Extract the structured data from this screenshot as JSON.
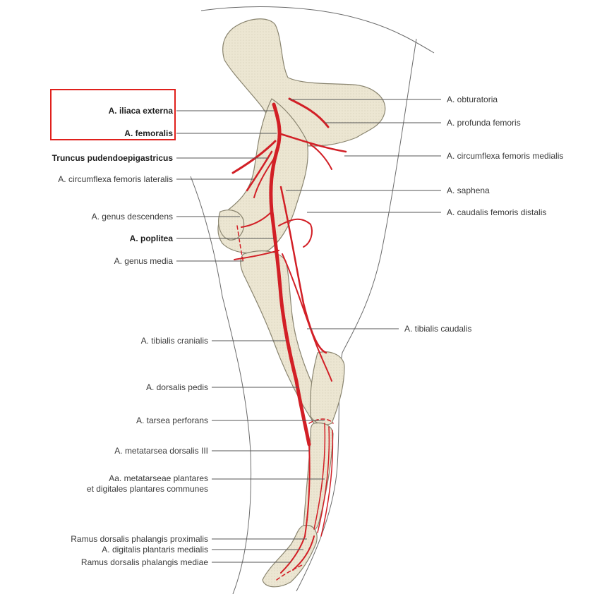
{
  "labels_left": [
    {
      "key": "iliaca_externa",
      "text": "A. iliaca externa",
      "bold": true
    },
    {
      "key": "femoralis",
      "text": "A. femoralis",
      "bold": true
    },
    {
      "key": "truncus",
      "text": "Truncus pudendoepigastricus",
      "bold": true
    },
    {
      "key": "circumflexa_lat",
      "text": "A. circumflexa femoris lateralis",
      "bold": false
    },
    {
      "key": "genus_desc",
      "text": "A. genus descendens",
      "bold": false
    },
    {
      "key": "poplitea",
      "text": "A. poplitea",
      "bold": true
    },
    {
      "key": "genus_media",
      "text": "A. genus media",
      "bold": false
    },
    {
      "key": "tibialis_cran",
      "text": "A. tibialis cranialis",
      "bold": false
    },
    {
      "key": "dorsalis_pedis",
      "text": "A. dorsalis pedis",
      "bold": false
    },
    {
      "key": "tarsea",
      "text": "A. tarsea perforans",
      "bold": false
    },
    {
      "key": "metatarsea",
      "text": "A. metatarsea dorsalis III",
      "bold": false
    },
    {
      "key": "aa_metatarseae_1",
      "text": "Aa. metatarseae plantares",
      "bold": false
    },
    {
      "key": "aa_metatarseae_2",
      "text": "et digitales plantares communes",
      "bold": false
    },
    {
      "key": "ramus_prox",
      "text": "Ramus dorsalis phalangis proximalis",
      "bold": false
    },
    {
      "key": "digitalis",
      "text": "A. digitalis plantaris medialis",
      "bold": false
    },
    {
      "key": "ramus_med",
      "text": "Ramus dorsalis phalangis mediae",
      "bold": false
    }
  ],
  "labels_right": [
    {
      "key": "obturatoria",
      "text": "A. obturatoria"
    },
    {
      "key": "profunda",
      "text": "A. profunda femoris"
    },
    {
      "key": "circumflexa_med",
      "text": "A. circumflexa femoris medialis"
    },
    {
      "key": "saphena",
      "text": "A. saphena"
    },
    {
      "key": "caudalis_fem",
      "text": "A. caudalis femoris distalis"
    },
    {
      "key": "tibialis_caud",
      "text": "A. tibialis caudalis"
    }
  ],
  "colors": {
    "artery": "#d21f26",
    "bone_fill": "#ece6d2",
    "bone_stroke": "#8a8570",
    "leader": "#555555",
    "highlight": "#e0201c"
  }
}
